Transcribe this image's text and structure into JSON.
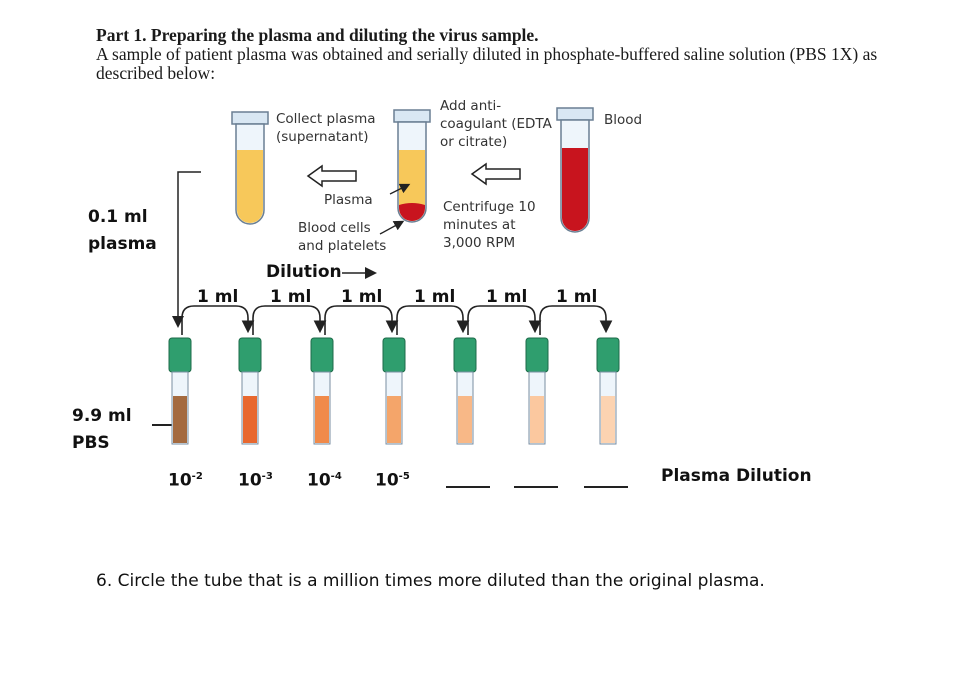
{
  "heading": {
    "title": "Part 1. Preparing the plasma and diluting the virus sample.",
    "body": "A sample of patient plasma was obtained and serially diluted in phosphate-buffered saline solution (PBS 1X) as described below:"
  },
  "diagram": {
    "collect_plasma": "Collect plasma\n(supernatant)",
    "add_anticoagulant": "Add anti-\ncoagulant (EDTA\nor citrate)",
    "blood": "Blood",
    "plasma": "Plasma",
    "blood_cells": "Blood cells\nand platelets",
    "centrifuge": "Centrifuge 10\nminutes at\n3,000 RPM",
    "dilution": "Dilution",
    "start_volume": "0.1 ml\nplasma",
    "pbs_volume": "9.9 ml\nPBS",
    "transfer_labels": [
      "1 ml",
      "1 ml",
      "1 ml",
      "1 ml",
      "1 ml",
      "1 ml"
    ],
    "dilution_bases": [
      "10",
      "10",
      "10",
      "10"
    ],
    "dilution_exponents": [
      "-2",
      "-3",
      "-4",
      "-5"
    ],
    "plasma_dilution_label": "Plasma Dilution",
    "colors": {
      "plasma": "#f7c85a",
      "blood": "#c8141e",
      "cap": "#2f9e6e",
      "tube_fills": [
        "#a46a3f",
        "#e8682f",
        "#f08a4a",
        "#f4a56a",
        "#f8b887",
        "#fbc89f",
        "#fcd3b1"
      ]
    }
  },
  "question": {
    "text": "6. Circle the tube that is a million times more diluted than the original plasma."
  }
}
